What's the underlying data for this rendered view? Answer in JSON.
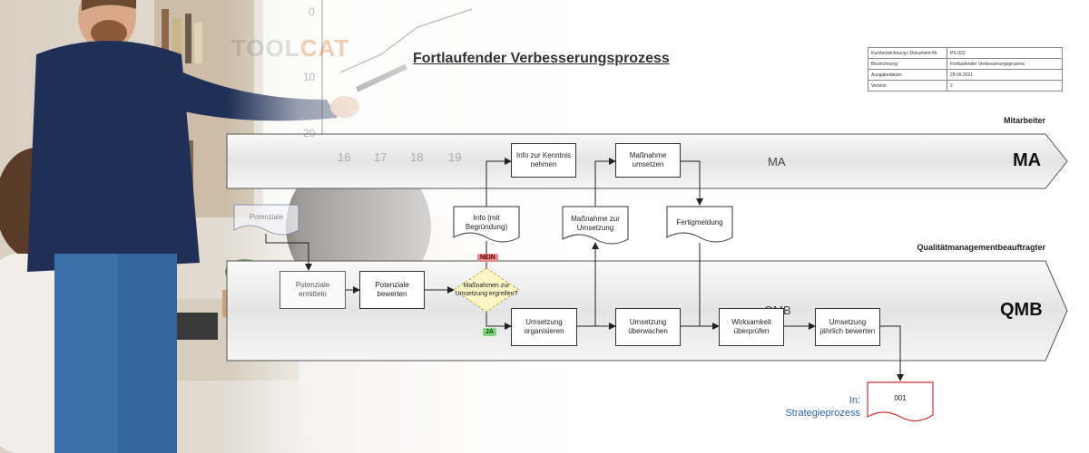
{
  "header": {
    "title": "Fortlaufender Verbesserungsprozess",
    "watermark_a": "TOOL",
    "watermark_b": "CAT"
  },
  "infotable": [
    {
      "key": "Kurzbezeichnung / Dokument-Nr.",
      "value": "PS-022"
    },
    {
      "key": "Bezeichnung",
      "value": "Fortlaufender Verbesserungsprozess"
    },
    {
      "key": "Ausgabedatum",
      "value": "28.09.2021"
    },
    {
      "key": "Version",
      "value": "2"
    }
  ],
  "lanes": {
    "ma": {
      "heading": "Mitarbeiter",
      "code": "MA",
      "inner": "MA"
    },
    "qmb": {
      "heading": "Qualitätmanagementbeauftragter",
      "code": "QMB",
      "inner": "QMB"
    }
  },
  "process": {
    "info_kenntnis": "Info zur Kenntnis nehmen",
    "massnahme_umsetzen": "Maßnahme umsetzen",
    "info_begruendung": "Info (mit Begründung)",
    "massnahme_zur_umsetzung": "Maßnahme zur Umsetzung",
    "fertigmeldung": "Fertigmeldung",
    "potenziale_doc": "Potenziale",
    "potenziale_ermitteln": "Potenziale ermitteln",
    "potenziale_bewerten": "Potenziale bewerten",
    "decision": "Maßnahmen zur Umsetzung ergreifen?",
    "umsetzung_organisieren": "Umsetzung organisieren",
    "umsetzung_ueberwachen": "Umsetzung überwachen",
    "wirksamkeit_pruefen": "Wirksamkeit überprüfen",
    "umsetzung_bewerten": "Umsetzung jährlich bewerten",
    "nein": "NEIN",
    "ja": "JA",
    "output_prefix": "In:",
    "output_target": "Strategieprozess",
    "output_code": "001"
  },
  "flipchart": {
    "y_ticks": [
      "0",
      "10",
      "20"
    ],
    "x_ticks": [
      "16",
      "17",
      "18",
      "19"
    ]
  },
  "colors": {
    "lane_fill": "#ececec",
    "lane_border": "#555555",
    "decision_fill": "#fbf6c6",
    "nein_fill": "#e48a8a",
    "ja_fill": "#7fd07f",
    "output_border": "#d03030",
    "link_blue": "#2a62b8"
  }
}
